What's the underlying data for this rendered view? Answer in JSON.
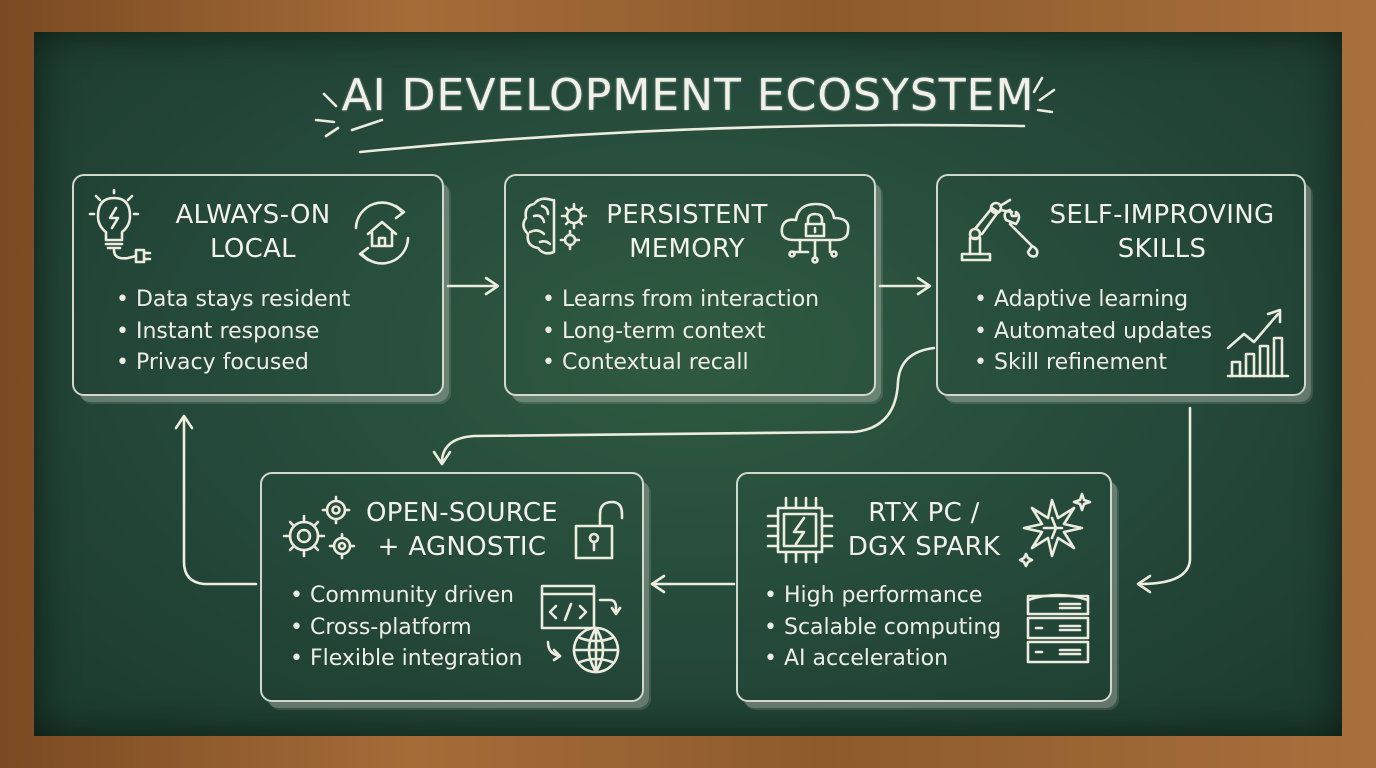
{
  "title": "AI DEVELOPMENT ECOSYSTEM",
  "cards": [
    {
      "title_lines": [
        "ALWAYS-ON",
        "LOCAL"
      ],
      "bullets": [
        "Data stays resident",
        "Instant response",
        "Privacy focused"
      ]
    },
    {
      "title_lines": [
        "PERSISTENT",
        "MEMORY"
      ],
      "bullets": [
        "Learns from interaction",
        "Long-term context",
        "Contextual recall"
      ]
    },
    {
      "title_lines": [
        "SELF-IMPROVING",
        "SKILLS"
      ],
      "bullets": [
        "Adaptive learning",
        "Automated updates",
        "Skill refinement"
      ]
    },
    {
      "title_lines": [
        "OPEN-SOURCE",
        "+ AGNOSTIC"
      ],
      "bullets": [
        "Community driven",
        "Cross-platform",
        "Flexible integration"
      ]
    },
    {
      "title_lines": [
        "RTX PC /",
        "DGX SPARK"
      ],
      "bullets": [
        "High performance",
        "Scalable computing",
        "AI acceleration"
      ]
    }
  ],
  "icons": {
    "card1": [
      "lightbulb-plug-icon",
      "home-sync-icon"
    ],
    "card2": [
      "brain-gears-icon",
      "cloud-lock-icon"
    ],
    "card3": [
      "robot-arm-wrench-icon",
      "growth-chart-icon"
    ],
    "card4": [
      "gears-icon",
      "unlocked-padlock-icon",
      "code-globe-icon"
    ],
    "card5": [
      "chip-bolt-icon",
      "starburst-icon",
      "server-rack-icon"
    ]
  },
  "colors": {
    "board": "#24483a",
    "chalk": "#ececdf",
    "frame": "#a56c38"
  }
}
